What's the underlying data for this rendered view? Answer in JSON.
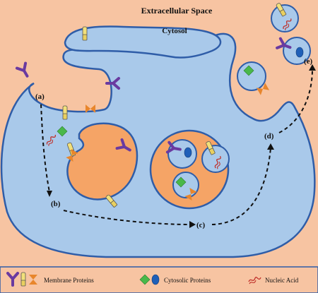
{
  "labels": {
    "extracellular": "Extracellular Space",
    "cytosol": "Cytosol",
    "step_a": "(a)",
    "step_b": "(b)",
    "step_c": "(c)",
    "step_d": "(d)",
    "step_e": "(e)"
  },
  "legend": {
    "membrane_proteins": "Membrane Proteins",
    "cytosolic_proteins": "Cytosolic Proteins",
    "nucleic_acid": "Nucleic Acid"
  },
  "colors": {
    "background": "#f7c4a2",
    "cell": "#a9c9ea",
    "membrane": "#2f5da8",
    "lumen": "#f5a466",
    "purple": "#6a3aa0",
    "yellow": "#f2e07a",
    "orange": "#e8862c",
    "green": "#49b84a",
    "blue": "#1f5fb8",
    "red": "#c0302a"
  },
  "icons": {
    "y_receptor": "y-receptor-icon",
    "tube_receptor": "tube-receptor-icon",
    "bowtie": "bowtie-transporter-icon",
    "diamond": "diamond-protein-icon",
    "ellipse": "ellipse-protein-icon",
    "squiggle": "nucleic-acid-icon"
  }
}
